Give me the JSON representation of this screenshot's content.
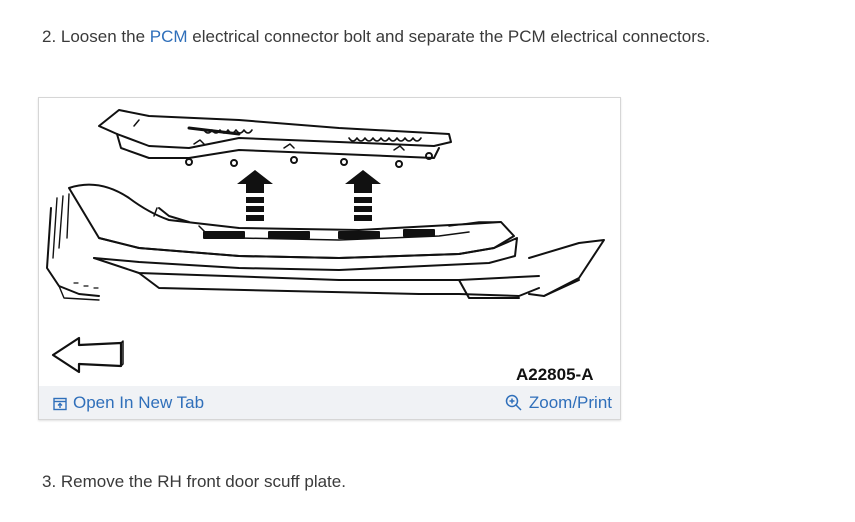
{
  "step2": {
    "prefix": "2. Loosen the ",
    "link": "PCM",
    "suffix": " electrical connector bolt and separate the PCM electrical connectors."
  },
  "figure": {
    "id_label": "A22805-A",
    "open_tab_label": "Open In New Tab",
    "zoom_print_label": "Zoom/Print",
    "open_tab_icon": "open-new-tab-icon",
    "zoom_icon": "zoom-in-icon"
  },
  "step3": {
    "text": "3. Remove the RH front door scuff plate."
  },
  "colors": {
    "link": "#2f6fba",
    "bar_background": "#f0f2f5",
    "text": "#3a3a3a"
  }
}
